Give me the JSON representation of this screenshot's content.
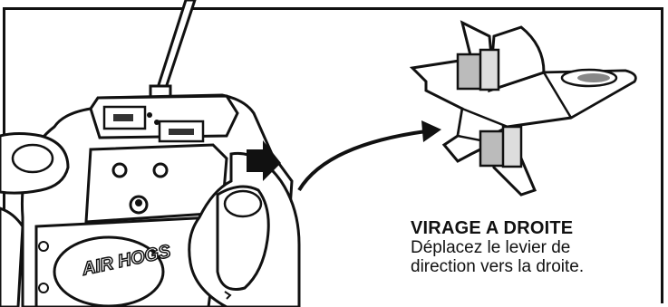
{
  "logo_text": "AIR HOGS",
  "caption": {
    "title": "VIRAGE A DROITE",
    "line1": "Déplacez le levier de",
    "line2": "direction vers la droite."
  }
}
